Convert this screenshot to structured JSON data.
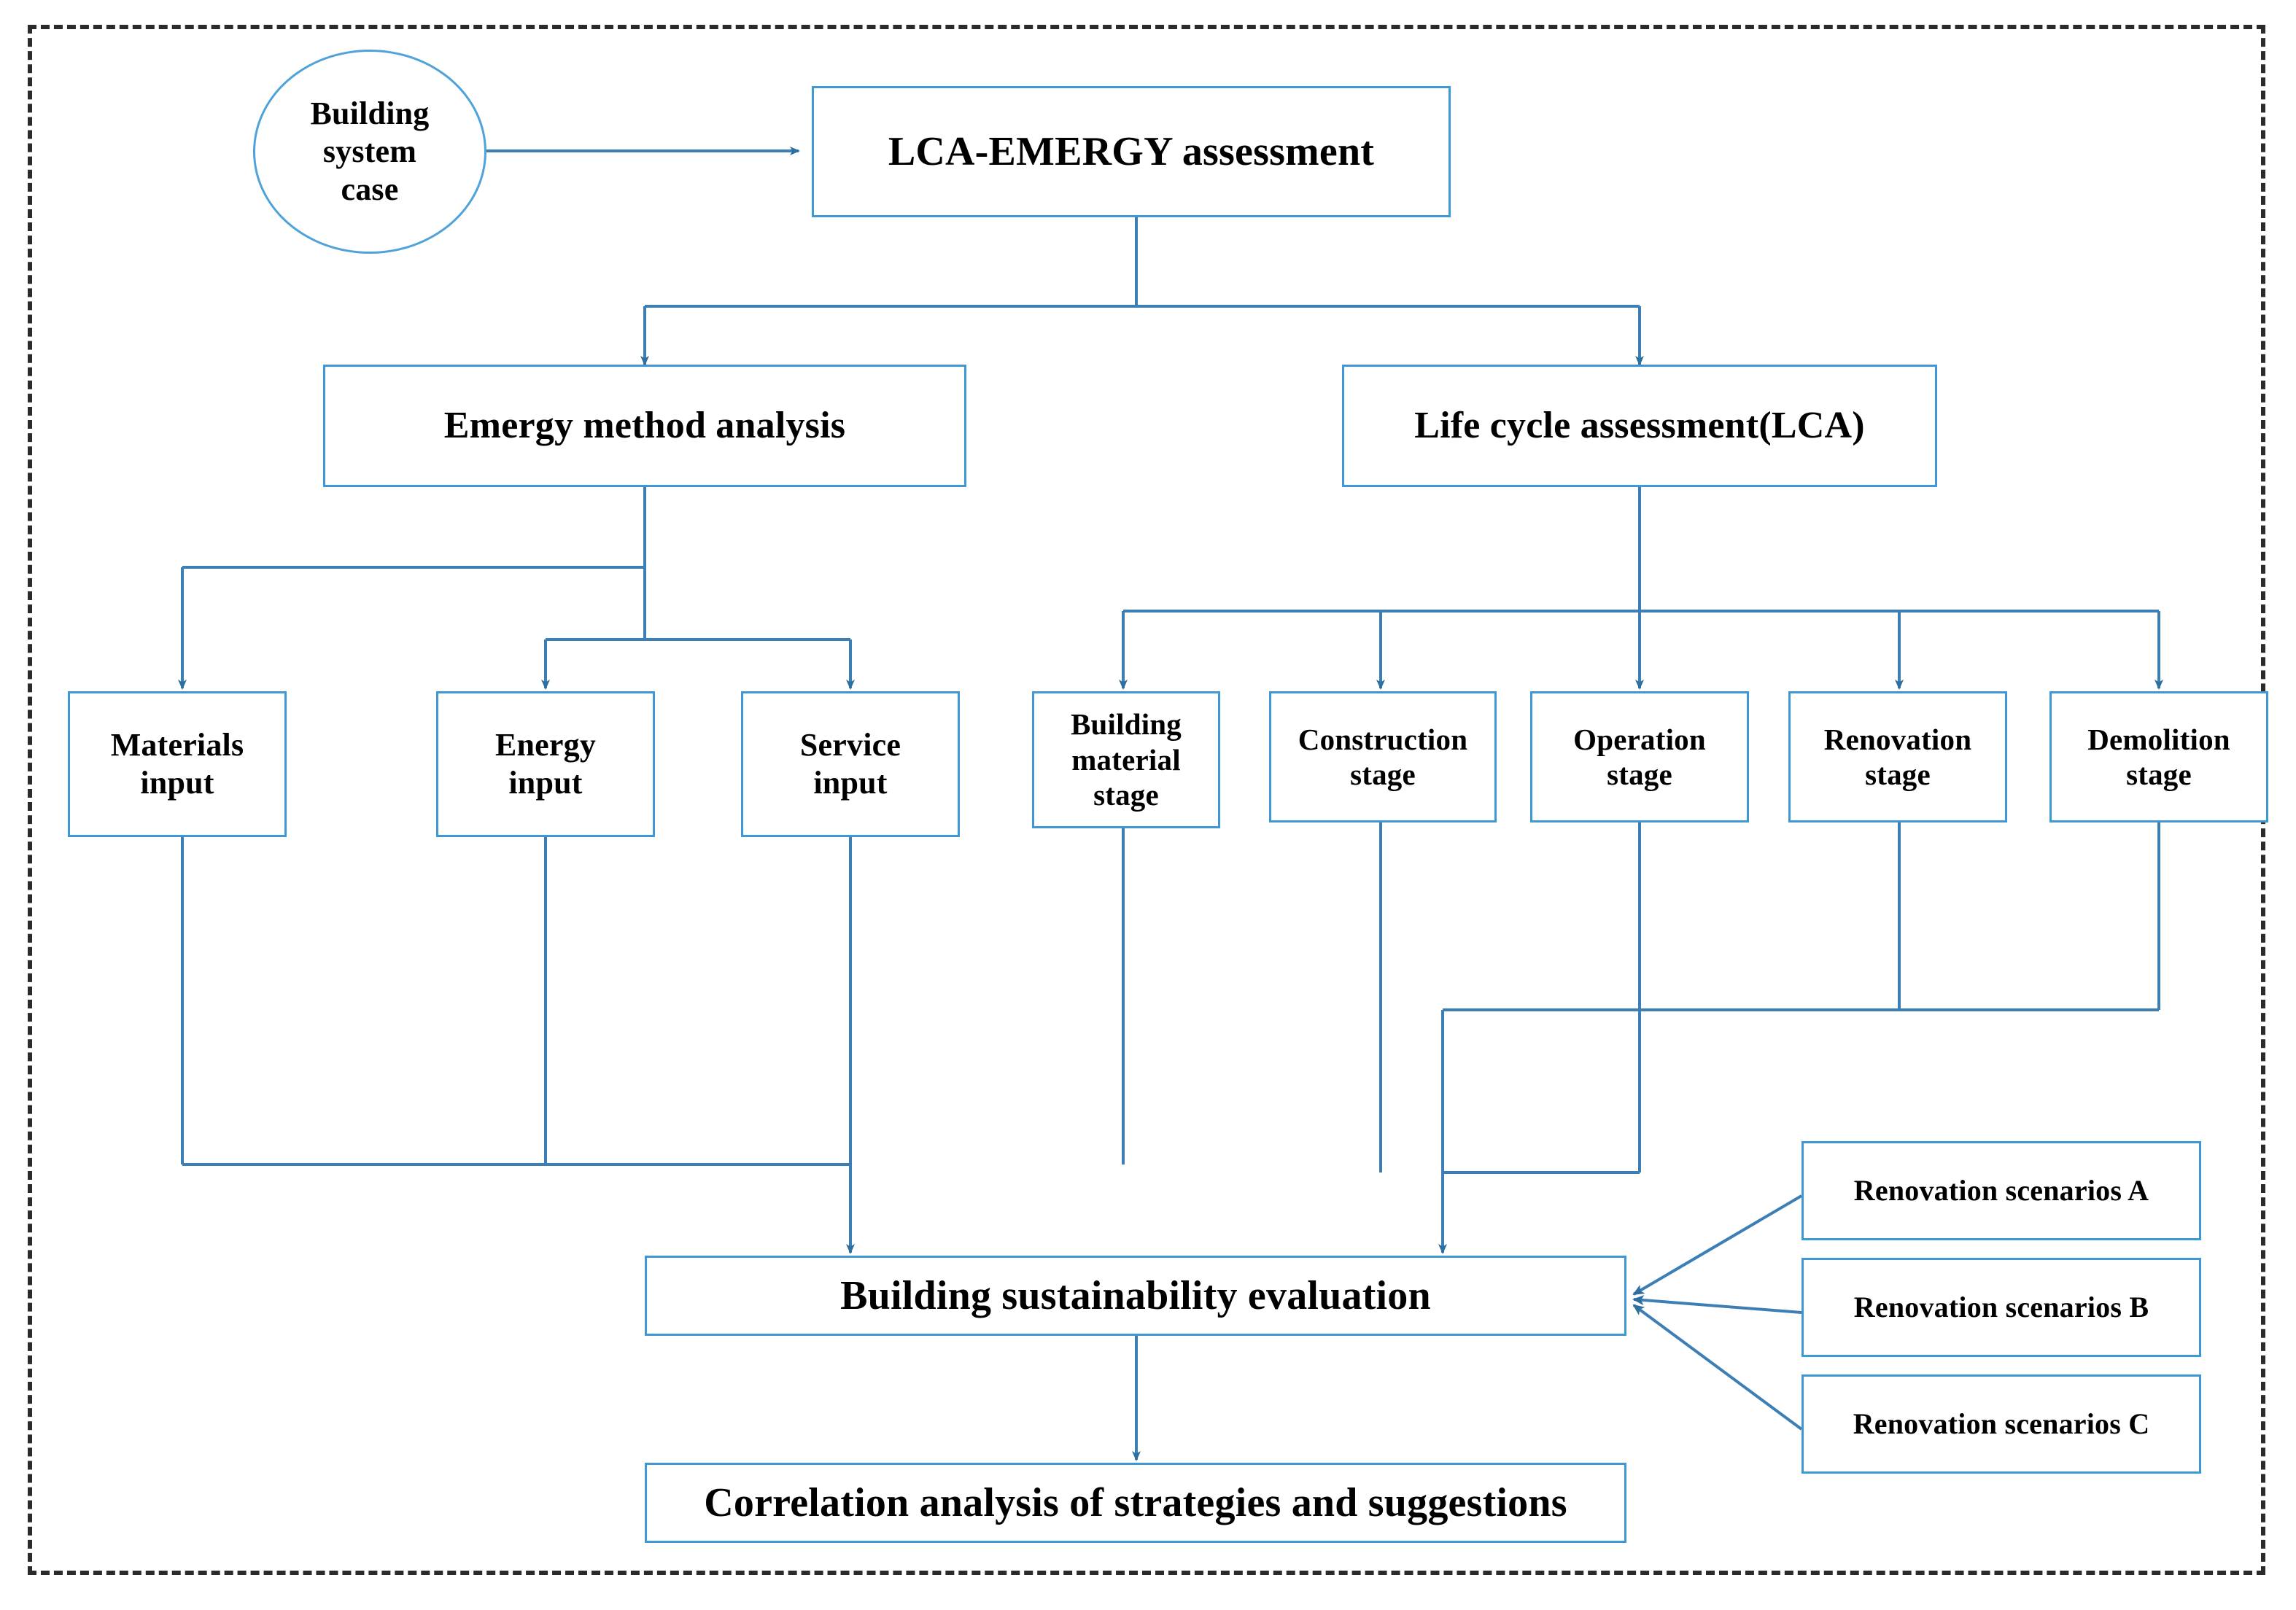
{
  "diagram": {
    "title_present": false,
    "frame": {
      "style": "dashed",
      "color": "#2b2b2b"
    },
    "palette": {
      "box_border": "#3f97d6",
      "ellipse_border": "#4fa2da",
      "connector": "#3d7fb5",
      "text": "#000000",
      "background": "#ffffff"
    },
    "nodes": [
      {
        "id": "building-system-case",
        "label": "Building\nsystem\ncase",
        "shape": "ellipse"
      },
      {
        "id": "lca-emergy-assessment",
        "label": "LCA-EMERGY assessment",
        "shape": "rect"
      },
      {
        "id": "emergy-method-analysis",
        "label": "Emergy method analysis",
        "shape": "rect"
      },
      {
        "id": "life-cycle-assessment",
        "label": "Life cycle assessment(LCA)",
        "shape": "rect"
      },
      {
        "id": "materials-input",
        "label": "Materials\ninput",
        "shape": "rect"
      },
      {
        "id": "energy-input",
        "label": "Energy\ninput",
        "shape": "rect"
      },
      {
        "id": "service-input",
        "label": "Service\ninput",
        "shape": "rect"
      },
      {
        "id": "building-material-stage",
        "label": "Building\nmaterial\nstage",
        "shape": "rect"
      },
      {
        "id": "construction-stage",
        "label": "Construction\nstage",
        "shape": "rect"
      },
      {
        "id": "operation-stage",
        "label": "Operation\nstage",
        "shape": "rect"
      },
      {
        "id": "renovation-stage",
        "label": "Renovation\nstage",
        "shape": "rect"
      },
      {
        "id": "demolition-stage",
        "label": "Demolition\nstage",
        "shape": "rect"
      },
      {
        "id": "renovation-scenarios-a",
        "label": "Renovation scenarios A",
        "shape": "rect"
      },
      {
        "id": "renovation-scenarios-b",
        "label": "Renovation scenarios B",
        "shape": "rect"
      },
      {
        "id": "renovation-scenarios-c",
        "label": "Renovation scenarios C",
        "shape": "rect"
      },
      {
        "id": "building-sustainability-evaluation",
        "label": "Building sustainability evaluation",
        "shape": "rect"
      },
      {
        "id": "correlation-analysis",
        "label": "Correlation analysis of strategies and suggestions",
        "shape": "rect"
      }
    ],
    "edges": [
      {
        "from": "building-system-case",
        "to": "lca-emergy-assessment",
        "arrow": true
      },
      {
        "from": "lca-emergy-assessment",
        "to": "emergy-method-analysis",
        "arrow": true
      },
      {
        "from": "lca-emergy-assessment",
        "to": "life-cycle-assessment",
        "arrow": true
      },
      {
        "from": "emergy-method-analysis",
        "to": "materials-input",
        "arrow": true
      },
      {
        "from": "emergy-method-analysis",
        "to": "energy-input",
        "arrow": true
      },
      {
        "from": "emergy-method-analysis",
        "to": "service-input",
        "arrow": true
      },
      {
        "from": "life-cycle-assessment",
        "to": "building-material-stage",
        "arrow": true
      },
      {
        "from": "life-cycle-assessment",
        "to": "construction-stage",
        "arrow": true
      },
      {
        "from": "life-cycle-assessment",
        "to": "operation-stage",
        "arrow": true
      },
      {
        "from": "life-cycle-assessment",
        "to": "renovation-stage",
        "arrow": true
      },
      {
        "from": "life-cycle-assessment",
        "to": "demolition-stage",
        "arrow": true
      },
      {
        "from": "materials-input",
        "to": "building-sustainability-evaluation",
        "arrow": true
      },
      {
        "from": "energy-input",
        "to": "building-sustainability-evaluation",
        "arrow": true
      },
      {
        "from": "service-input",
        "to": "building-sustainability-evaluation",
        "arrow": true
      },
      {
        "from": "building-material-stage",
        "to": "building-sustainability-evaluation",
        "arrow": true
      },
      {
        "from": "construction-stage",
        "to": "building-sustainability-evaluation",
        "arrow": true
      },
      {
        "from": "operation-stage",
        "to": "building-sustainability-evaluation",
        "arrow": true
      },
      {
        "from": "renovation-stage",
        "to": "building-sustainability-evaluation",
        "arrow": true
      },
      {
        "from": "demolition-stage",
        "to": "building-sustainability-evaluation",
        "arrow": true
      },
      {
        "from": "renovation-scenarios-a",
        "to": "building-sustainability-evaluation",
        "arrow": true
      },
      {
        "from": "renovation-scenarios-b",
        "to": "building-sustainability-evaluation",
        "arrow": true
      },
      {
        "from": "renovation-scenarios-c",
        "to": "building-sustainability-evaluation",
        "arrow": true
      },
      {
        "from": "building-sustainability-evaluation",
        "to": "correlation-analysis",
        "arrow": true
      }
    ]
  }
}
